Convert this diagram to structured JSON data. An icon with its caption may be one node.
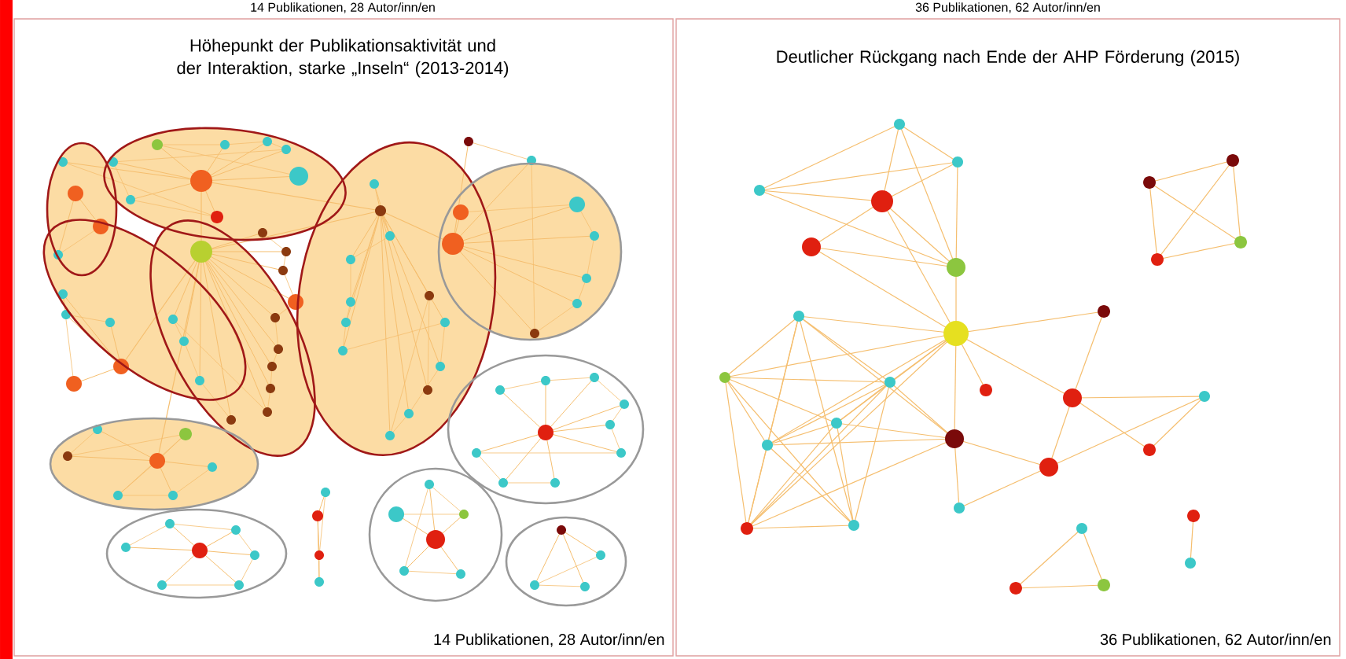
{
  "diagram": {
    "labels": [
      "14 Publikationen, 28 Autor/inn/en",
      "36 Publikationen, 62 Autor/inn/en",
      "Höhepunkt der Publikationsaktivität und der Interaktion, starke „Inseln“ (2013-2014)",
      "Deutlicher Rückgang nach Ende der AHP Förderung (2015)",
      "14 Publikationen, 28 Autor/inn/en",
      "36 Publikationen, 62 Autor/inn/en"
    ]
  }
}
